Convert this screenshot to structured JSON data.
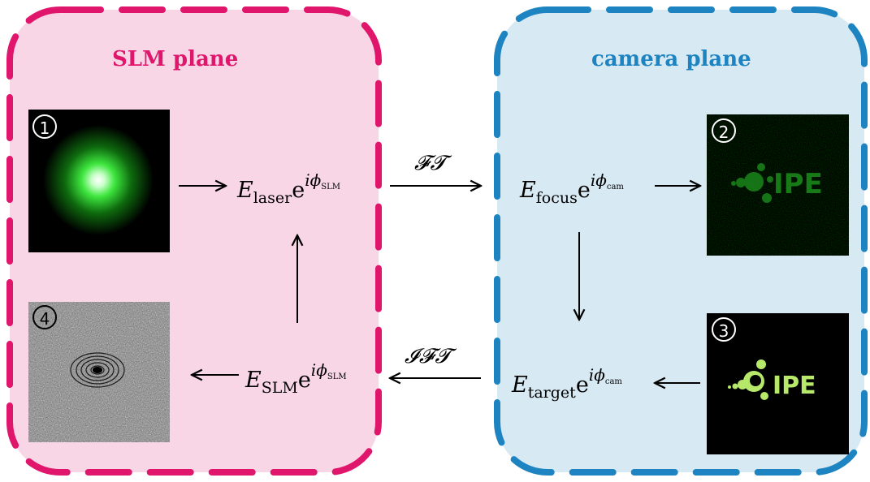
{
  "panels": {
    "slm": {
      "title": "SLM plane",
      "color": "#e0156c",
      "fill": "#f9d6e6"
    },
    "camera": {
      "title": "camera plane",
      "color": "#1d83c1",
      "fill": "#d7e9f3"
    }
  },
  "equations": {
    "laser": {
      "base": "E",
      "sub": "laser",
      "e": "e",
      "i": "i",
      "phi": "ϕ",
      "phisub": "SLM"
    },
    "focus": {
      "base": "E",
      "sub": "focus",
      "e": "e",
      "i": "i",
      "phi": "ϕ",
      "phisub": "cam"
    },
    "target": {
      "base": "E",
      "sub": "target",
      "e": "e",
      "i": "i",
      "phi": "ϕ",
      "phisub": "cam"
    },
    "slm": {
      "base": "E",
      "sub": "SLM",
      "e": "e",
      "i": "i",
      "phi": "ϕ",
      "phisub": "SLM"
    }
  },
  "operators": {
    "forward": "𝓕𝓣",
    "inverse": "𝓘𝓕𝓣"
  },
  "tiles": [
    {
      "id": "1",
      "badge": "1",
      "content": "gaussian laser beam",
      "label": ""
    },
    {
      "id": "2",
      "badge": "2",
      "content": "noisy IPE focus image",
      "label": "IPE"
    },
    {
      "id": "3",
      "badge": "3",
      "content": "IPE logo target",
      "label": "IPE"
    },
    {
      "id": "4",
      "badge": "4",
      "content": "SLM phase hologram",
      "label": ""
    }
  ],
  "colors": {
    "laser_green": "#39ff39",
    "logo_green": "#b6e86a"
  }
}
